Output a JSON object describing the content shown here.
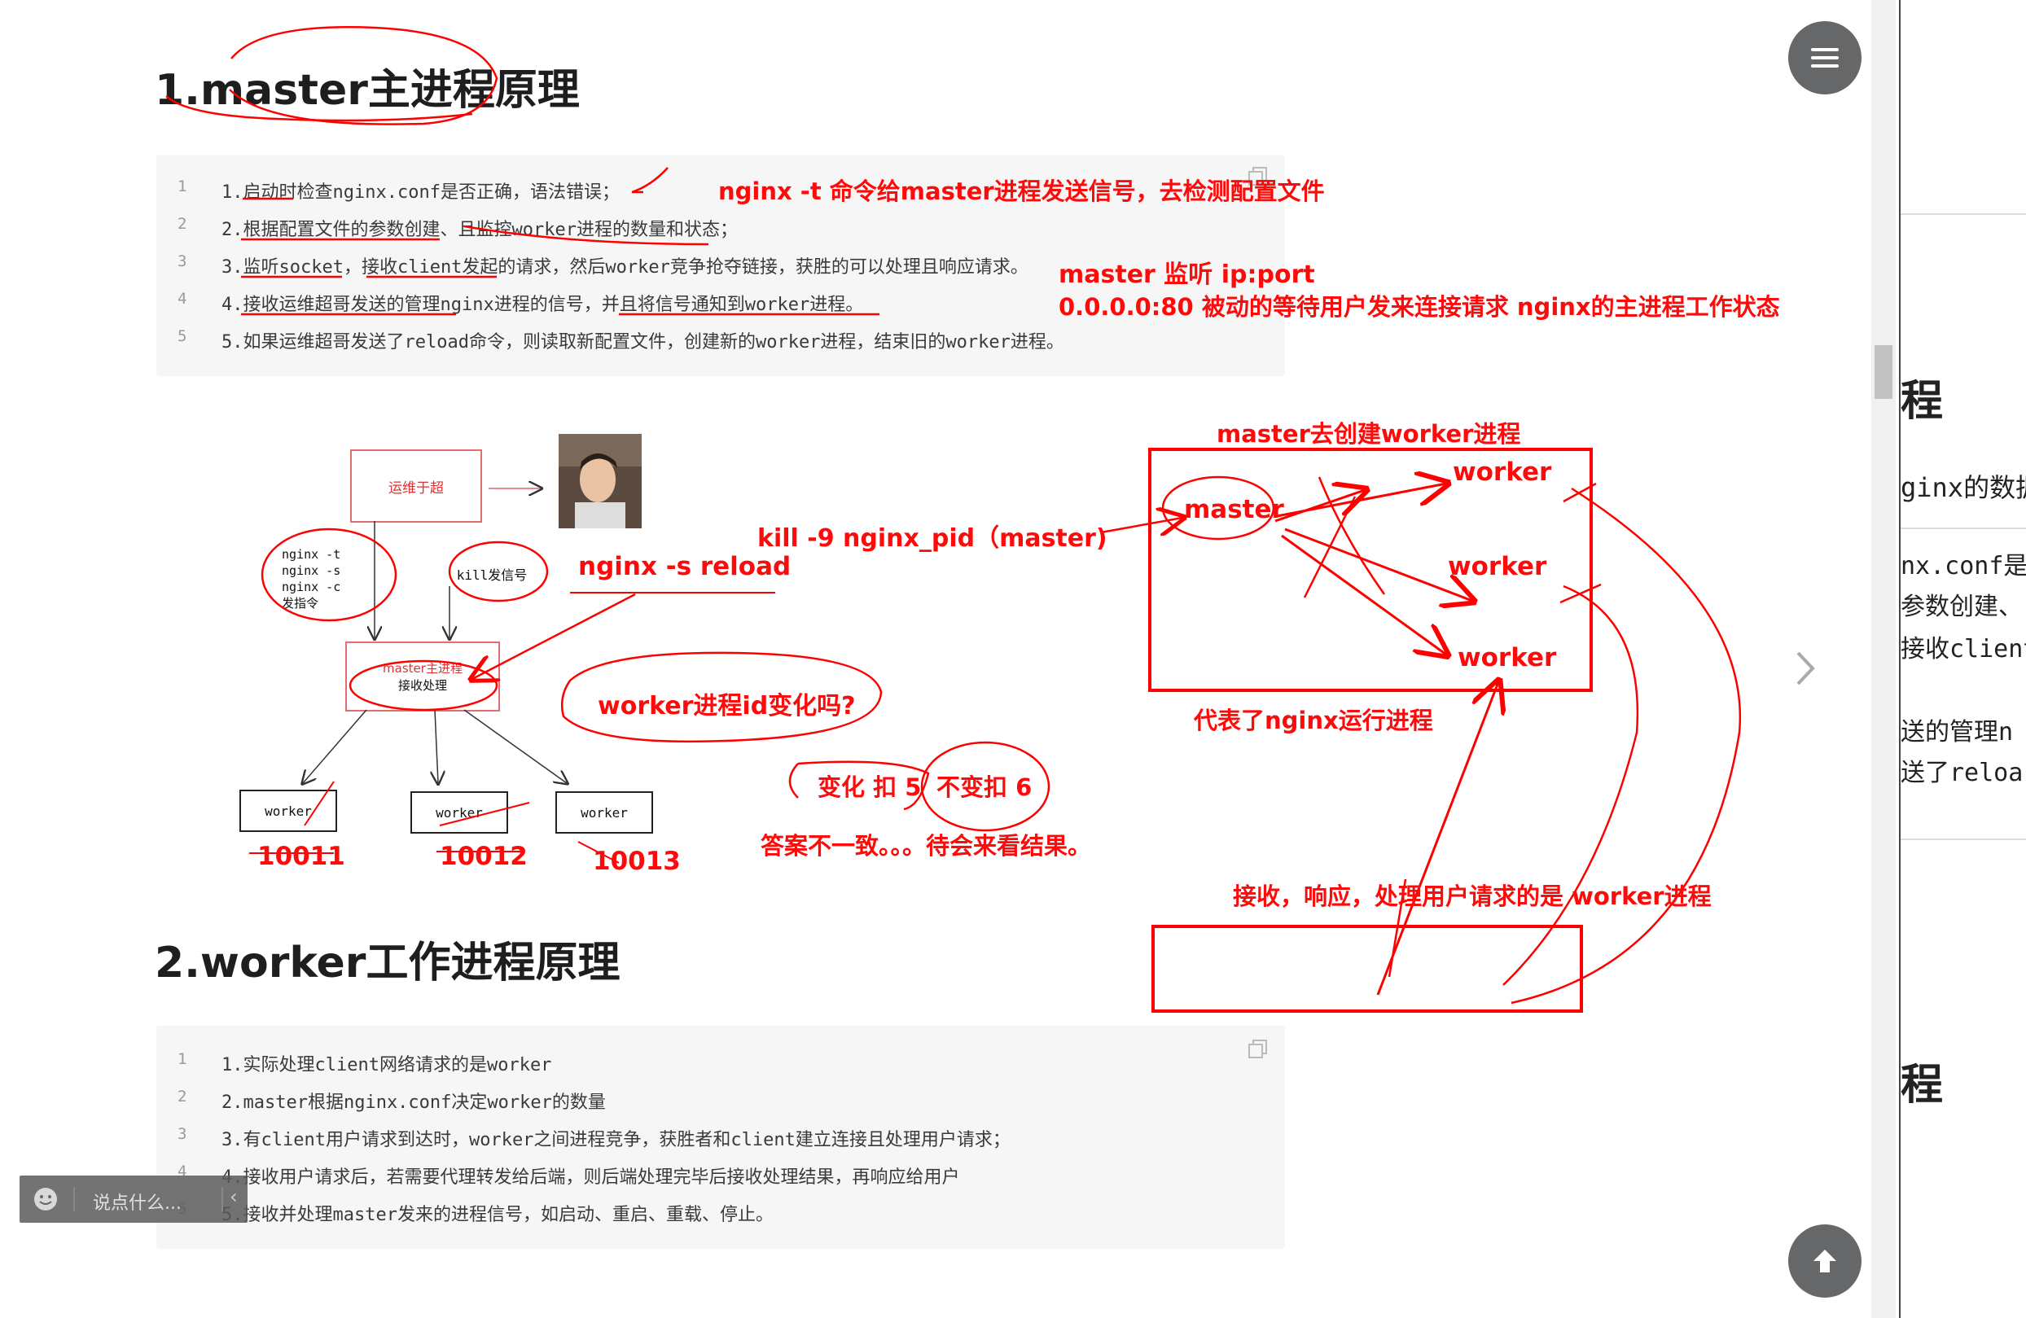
{
  "section1": {
    "heading": "1.master主进程原理",
    "code_lines": [
      {
        "n": "1",
        "text": "1.启动时检查nginx.conf是否正确，语法错误；"
      },
      {
        "n": "2",
        "text": "2.根据配置文件的参数创建、且监控worker进程的数量和状态；"
      },
      {
        "n": "3",
        "text": "3.监听socket，接收client发起的请求，然后worker竞争抢夺链接，获胜的可以处理且响应请求。"
      },
      {
        "n": "4",
        "text": "4.接收运维超哥发送的管理nginx进程的信号，并且将信号通知到worker进程。"
      },
      {
        "n": "5",
        "text": "5.如果运维超哥发送了reload命令，则读取新配置文件，创建新的worker进程，结束旧的worker进程。"
      }
    ]
  },
  "diagram": {
    "ops_label": "运维于超",
    "cmd_lines": [
      "nginx -t",
      "nginx -s",
      "nginx -c",
      "发指令"
    ],
    "kill_label": "kill发信号",
    "master_line1": "master主进程",
    "master_line2": "接收处理",
    "worker_labels": [
      "worker",
      "worker",
      "worker"
    ]
  },
  "annotations": {
    "t_cmd": "nginx  -t 命令给master进程发送信号，去检测配置文件",
    "listen_1": "master 监听 ip:port",
    "listen_2": "0.0.0.0:80  被动的等待用户发来连接请求 nginx的主进程工作状态",
    "create_worker": "master去创建worker进程",
    "kill_cmd": "kill -9 nginx_pid（master)",
    "reload": "nginx -s reload",
    "pid_question": "worker进程id变化吗?",
    "change": "变化 扣 5",
    "no_change": "不变扣 6",
    "answer": "答案不一致。。。待会来看结果。",
    "pid1": "10011",
    "pid2": "10012",
    "pid3": "10013",
    "master_word": "master",
    "worker_word_1": "worker",
    "worker_word_2": "worker",
    "worker_word_3": "worker",
    "represents": "代表了nginx运行进程",
    "handles": "接收，响应，处理用户请求的是 worker进程"
  },
  "section2": {
    "heading": "2.worker工作进程原理",
    "code_lines": [
      {
        "n": "1",
        "text": "1.实际处理client网络请求的是worker"
      },
      {
        "n": "2",
        "text": "2.master根据nginx.conf决定worker的数量"
      },
      {
        "n": "3",
        "text": "3.有client用户请求到达时，worker之间进程竞争，获胜者和client建立连接且处理用户请求；"
      },
      {
        "n": "4",
        "text": "4.接收用户请求后，若需要代理转发给后端，则后端处理完毕后接收处理结果，再响应给用户"
      },
      {
        "n": "5",
        "text": "5.接收并处理master发来的进程信号，如启动、重启、重载、停止。"
      }
    ]
  },
  "comment_bar": {
    "placeholder": "说点什么..."
  },
  "sidebar": {
    "h1": "程",
    "t1": "ginx的数据",
    "t2": "nx.conf是",
    "t3": "参数创建、",
    "t4": "接收client",
    "t5": "送的管理n",
    "t6": "送了reloa",
    "h2": "程"
  },
  "icons": [
    "menu-icon",
    "arrow-up-icon",
    "chevron-right-icon",
    "copy-icon",
    "smiley-icon",
    "avatar-photo"
  ]
}
